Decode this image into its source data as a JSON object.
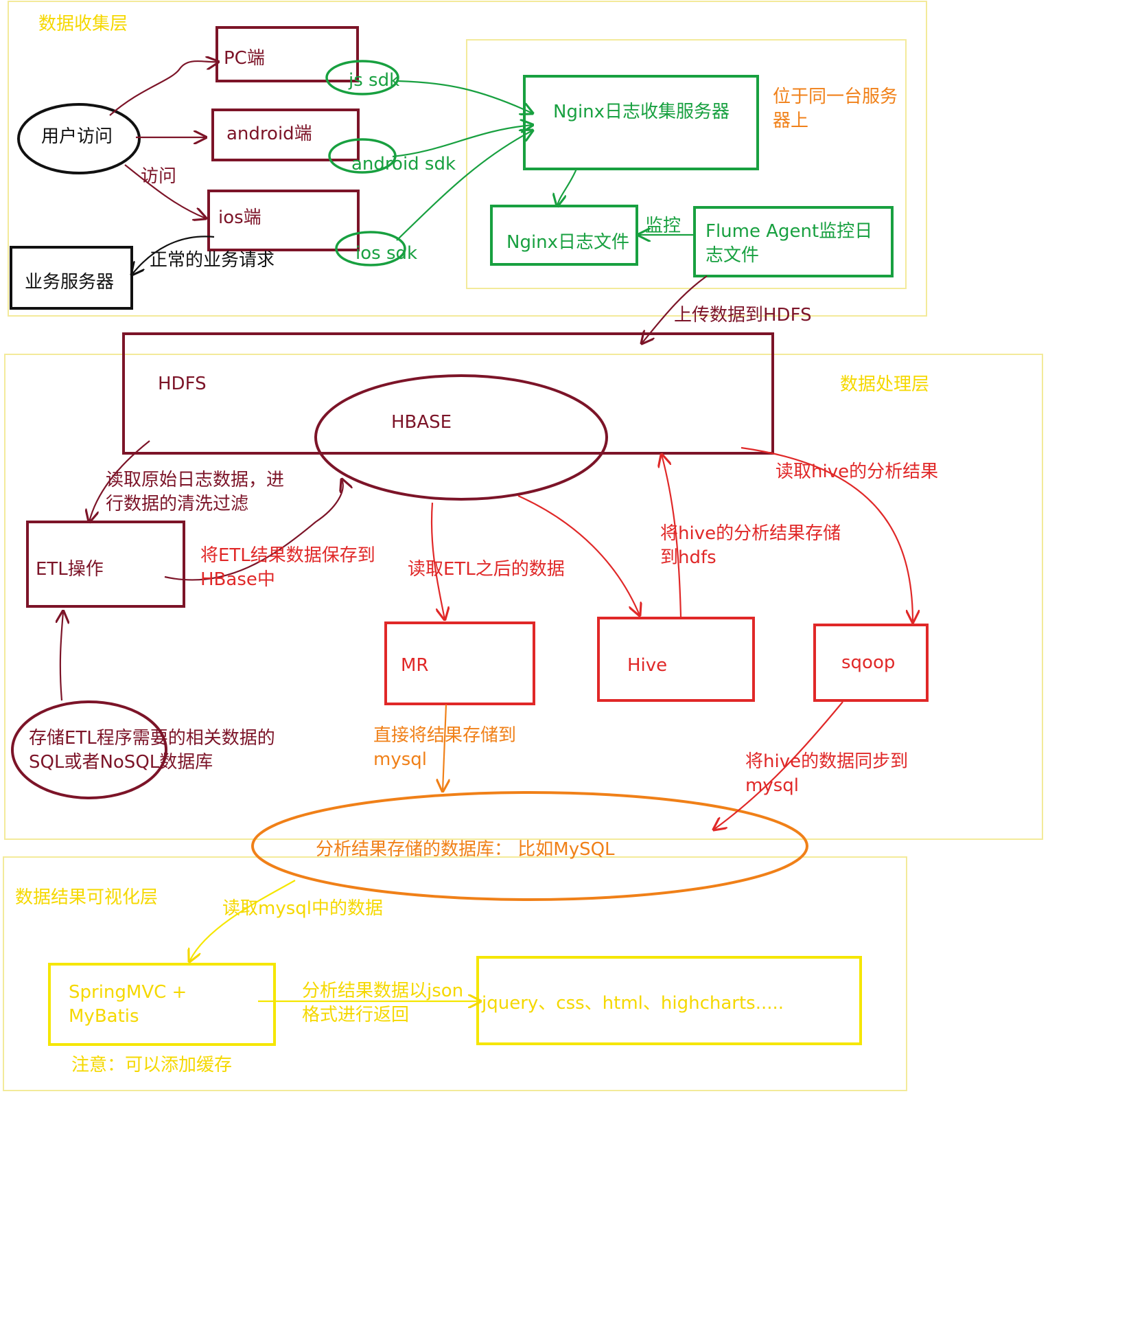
{
  "layers": {
    "collection": "数据收集层",
    "processing": "数据处理层",
    "visualization": "数据结果可视化层"
  },
  "collection": {
    "user_visit": "用户访问",
    "visit_label": "访问",
    "pc": "PC端",
    "android": "android端",
    "ios": "ios端",
    "js_sdk": "js sdk",
    "android_sdk": "android sdk",
    "ios_sdk": "ios sdk",
    "business_server": "业务服务器",
    "normal_request": "正常的业务请求",
    "nginx_server": "Nginx日志收集服务器",
    "same_server_note": "位于同一台服务器上",
    "nginx_log": "Nginx日志文件",
    "monitor": "监控",
    "flume": "Flume Agent监控日志文件",
    "upload_hdfs": "上传数据到HDFS"
  },
  "processing": {
    "hdfs": "HDFS",
    "hbase": "HBASE",
    "etl": "ETL操作",
    "read_raw": "读取原始日志数据，进行数据的清洗过滤",
    "save_etl": "将ETL结果数据保存到HBase中",
    "etl_db": "存储ETL程序需要的相关数据的SQL或者NoSQL数据库",
    "read_after_etl": "读取ETL之后的数据",
    "mr": "MR",
    "hive": "Hive",
    "sqoop": "sqoop",
    "store_hive_hdfs": "将hive的分析结果存储到hdfs",
    "read_hive_result": "读取hive的分析结果",
    "mr_to_mysql": "直接将结果存储到mysql",
    "hive_to_mysql": "将hive的数据同步到mysql"
  },
  "visualization": {
    "result_db": "分析结果存储的数据库： 比如MySQL",
    "read_mysql": "读取mysql中的数据",
    "springmvc": "SpringMVC + MyBatis",
    "cache_note": "注意：可以添加缓存",
    "json_return": "分析结果数据以json格式进行返回",
    "frontend": "jquery、css、html、highcharts....."
  },
  "colors": {
    "yellow": "#f5d800",
    "orange": "#f08018",
    "green": "#18a040",
    "maroon": "#7c1428",
    "red": "#e02828",
    "black": "#111111"
  }
}
